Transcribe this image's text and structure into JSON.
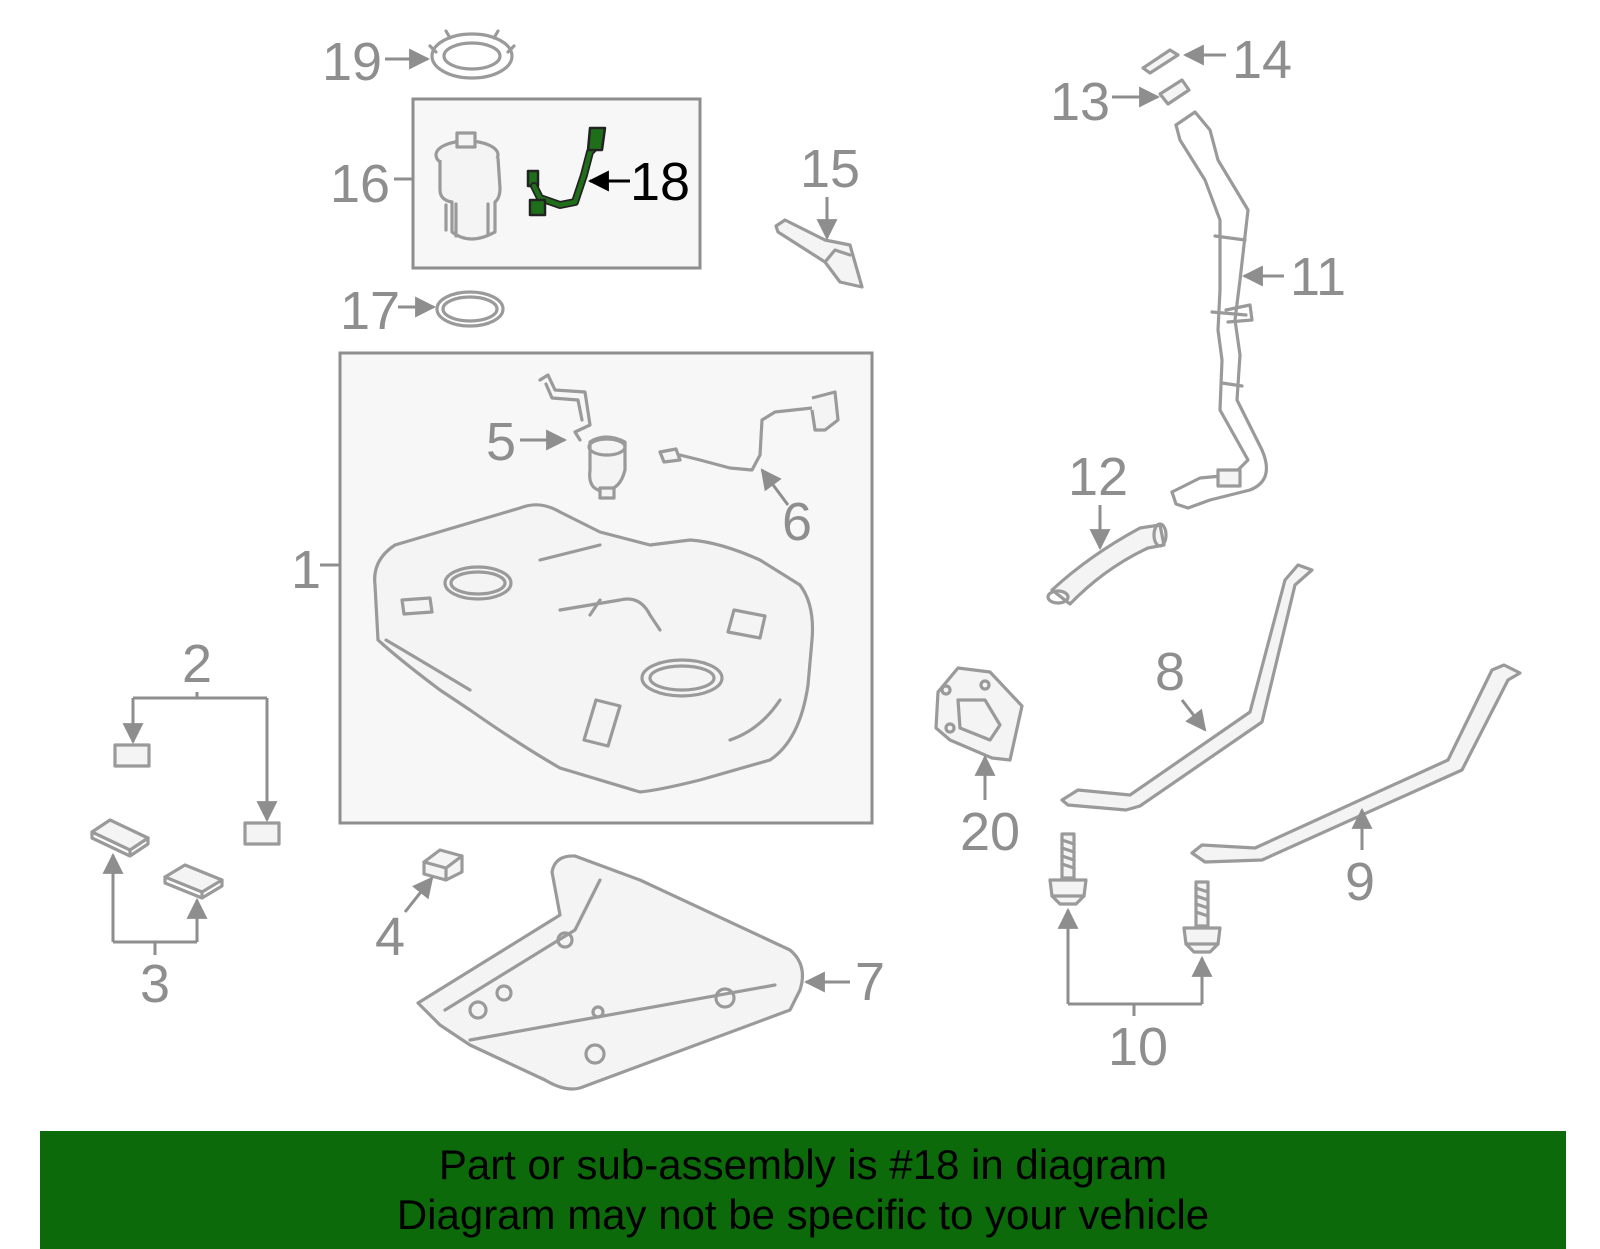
{
  "callouts": {
    "c1": "1",
    "c2": "2",
    "c3": "3",
    "c4": "4",
    "c5": "5",
    "c6": "6",
    "c7": "7",
    "c8": "8",
    "c9": "9",
    "c10": "10",
    "c11": "11",
    "c12": "12",
    "c13": "13",
    "c14": "14",
    "c15": "15",
    "c16": "16",
    "c17": "17",
    "c18": "18",
    "c19": "19",
    "c20": "20"
  },
  "highlight": {
    "part_number": "18",
    "color": "#1f6f1a"
  },
  "colors": {
    "line_art": "#9a9a9a",
    "banner": "#0d6a0a",
    "box_fill": "#f7f7f7"
  },
  "banner": {
    "line1": "Part or sub-assembly is #18 in diagram",
    "line2": "Diagram may not be specific to your vehicle"
  }
}
